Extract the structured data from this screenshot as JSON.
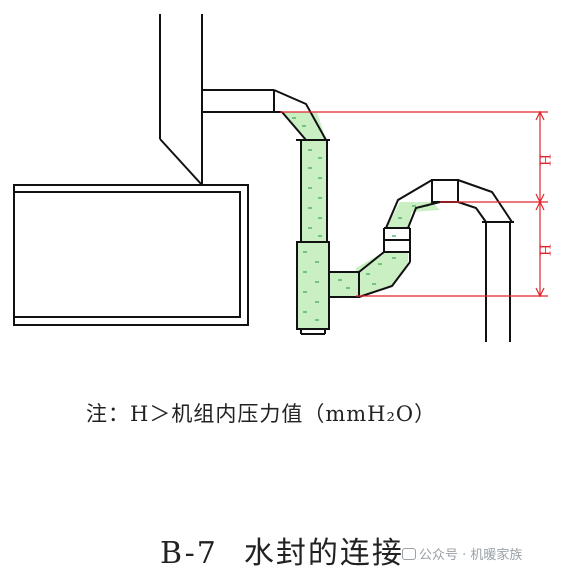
{
  "diagram": {
    "h_label_upper": "H",
    "h_label_lower": "H",
    "colors": {
      "line": "#111111",
      "water": "#c9efc3",
      "water_dash": "#3aa35a",
      "dimension": "#e0242e"
    }
  },
  "note": "注：H＞机组内压力值（mmH₂O）",
  "caption": {
    "number": "B-7",
    "title": "水封的连接"
  },
  "watermark": "公众号 · 机暖家族"
}
